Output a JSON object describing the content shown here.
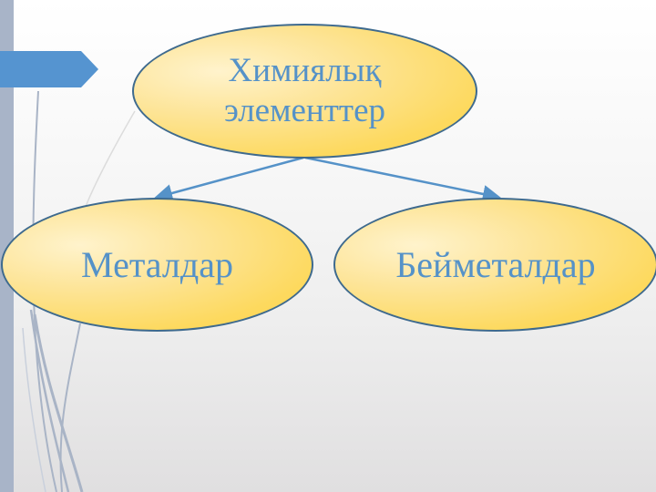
{
  "slide": {
    "background_colors": [
      "#ffffff",
      "#e0dfe0"
    ],
    "accent_bar_color": "#a8b4c8",
    "title_tab_color": "#5594d0"
  },
  "diagram": {
    "root": {
      "label_line1": "Химиялық",
      "label_line2": "элементтер"
    },
    "children": [
      {
        "label": "Металдар"
      },
      {
        "label": "Бейметалдар"
      }
    ],
    "node_fill": "#fdd95e",
    "node_border": "#3e6a8e",
    "text_color": "#5592c8",
    "arrow_color": "#5592c8"
  }
}
